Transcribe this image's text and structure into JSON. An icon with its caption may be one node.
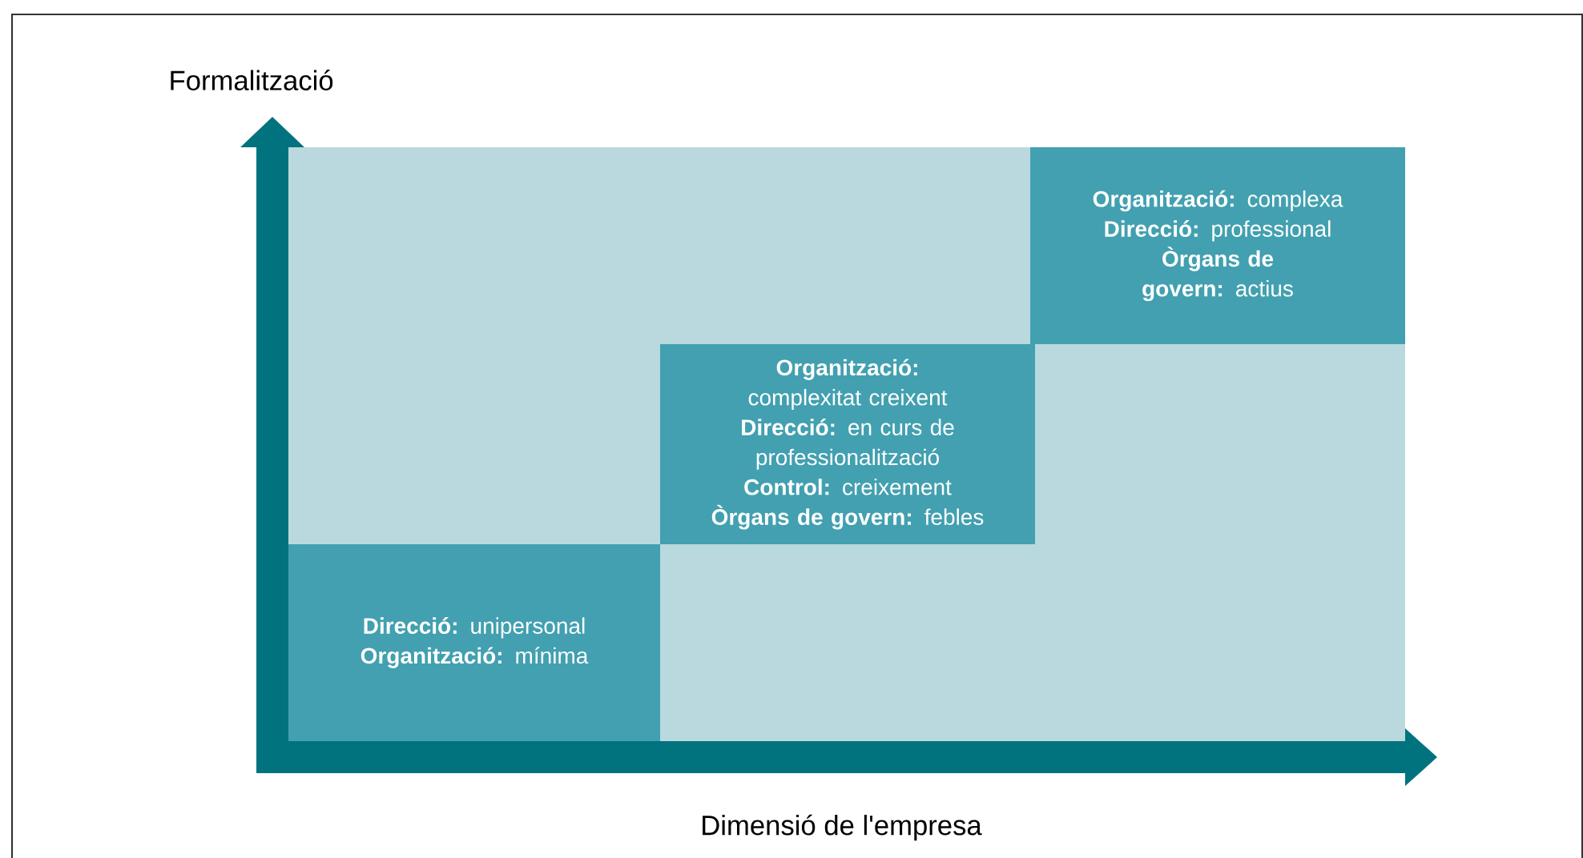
{
  "diagram": {
    "nodes": [
      {
        "text": [
          "**Direcció:** unipersonal",
          "**Organització:** mínima"
        ]
      },
      {
        "text": [
          "**Organització:** complexitat creixent",
          "**Direcció:** en curs de professionalització",
          "**Control:** creixement",
          "**Òrgans de govern:** febles"
        ]
      },
      {
        "text": [
          "**Organització:** complexa",
          "**Direcció:** professional",
          "**Òrgans de govern:** actius"
        ]
      }
    ],
    "labels": [
      "Formalització",
      "Dimensió de l'empresa"
    ]
  }
}
